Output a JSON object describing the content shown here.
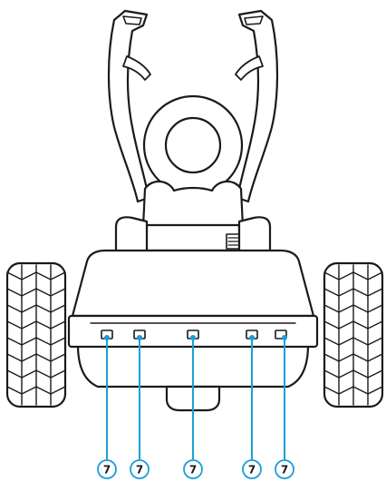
{
  "diagram": {
    "subject": "robot-rear-view",
    "callout_color": "#1a9fd8",
    "line_color": "#1a1a1a",
    "fill_color": "#ffffff",
    "callouts": [
      {
        "id": "sensor-1",
        "label": "7"
      },
      {
        "id": "sensor-2",
        "label": "7"
      },
      {
        "id": "sensor-3",
        "label": "7"
      },
      {
        "id": "sensor-4",
        "label": "7"
      },
      {
        "id": "sensor-5",
        "label": "7"
      }
    ]
  }
}
